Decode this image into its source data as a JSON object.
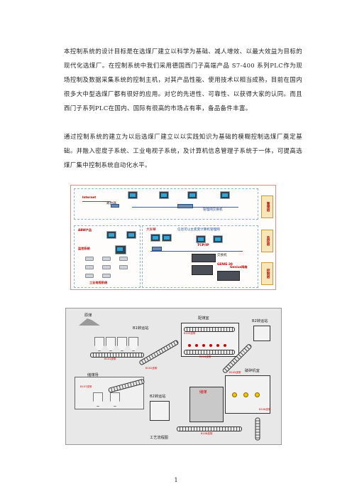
{
  "paragraphs": [
    "本控制系统的设计目标是在选煤厂建立以科学为基础、减人增效、以最大效益为目标的现代化选煤厂。在控制系统中我们采用德国西门子高端产品 S7-400 系列PLC作为现场控制及数据采集系统的控制主机，对其产品性能、使用技术以相当成熟，目前在国内很多大中型选煤厂都有很好的应用。对它的先进性、可靠性、以获得大家的认同。而且西门子系列PLC在国内、国际有很高的市场占有率，备品备件丰富。",
    "通过控制系统的建立为以后选煤厂建立以以实践知识为基础的模糊控制选煤厂奠定基础。并融入密度子系统、工业电视子系统，及计算机信息管理子系统于一体，可提高选煤厂集中控制系统自动化水平。"
  ],
  "figure1": {
    "labels": {
      "internet": "Internet",
      "router": "路由器",
      "mgmt_switch": "管理网交换机",
      "abw": "ABW产品",
      "big_screen": "大屏幕",
      "info_net": "信息可以主变变计算机管理网",
      "tcpip": "TCP/IP",
      "switch": "交换机",
      "genie": "GENIE-30",
      "genius": "Genius网络",
      "video_sys": "工业电视系统",
      "monitor_station": "监控系统"
    },
    "side_layers": [
      "管理层",
      "监控层",
      "控制层"
    ]
  },
  "figure2": {
    "labels": {
      "raw_coal": "原煤",
      "b1_station": "B1转运站",
      "distribution": "配煤室",
      "b2_station": "B2转运站",
      "crusher": "破碎机室",
      "storage": "储煤场",
      "b2_transfer": "B2转运站",
      "shed": "储煤",
      "bottom": "工艺流程图"
    },
    "belts": [
      "B101皮带",
      "B102皮带",
      "B103皮带",
      "B104皮带",
      "B105皮带",
      "B106皮带",
      "B107皮带",
      "B108皮带"
    ]
  },
  "page_number": "1"
}
